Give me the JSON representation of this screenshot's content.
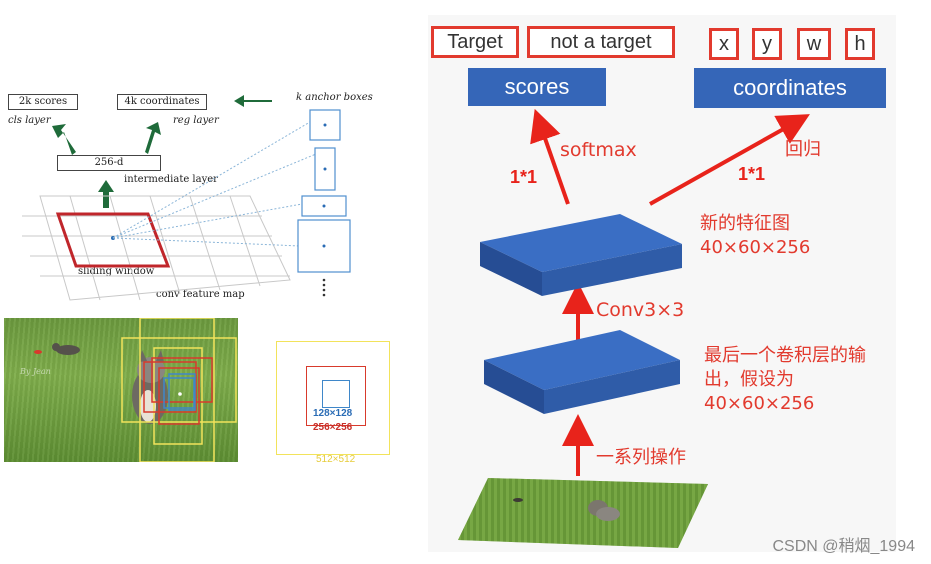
{
  "rpn_diagram": {
    "cls_scores_label": "2k scores",
    "reg_coords_label": "4k coordinates",
    "cls_layer_label": "cls layer",
    "reg_layer_label": "reg layer",
    "intermediate_box_label": "256-d",
    "intermediate_layer_label": "intermediate layer",
    "anchor_boxes_label": "k anchor boxes",
    "sliding_window_label": "sliding window",
    "feature_map_label": "conv feature map"
  },
  "anchor_scales": {
    "inner": "128×128",
    "middle": "256×256",
    "outer": "512×512"
  },
  "pipeline": {
    "output_labels_left": [
      "Target",
      "not a target"
    ],
    "output_labels_right": [
      "x",
      "y",
      "w",
      "h"
    ],
    "scores_label": "scores",
    "coordinates_label": "coordinates",
    "softmax_label": "softmax",
    "regression_label": "回归",
    "conv1x1_left": "1*1",
    "conv1x1_right": "1*1",
    "new_feature_map_label_1": "新的特征图",
    "new_feature_map_label_2": "40×60×256",
    "conv3_label": "Conv3×3",
    "last_conv_label_1": "最后一个卷积层的输",
    "last_conv_label_2": "出，假设为",
    "last_conv_label_3": "40×60×256",
    "ops_label": "一系列操作"
  },
  "watermark": "CSDN @稍烟_1994",
  "colors": {
    "accent_red": "#e23a2e",
    "block_blue": "#3566b8",
    "arrow_green": "#1f6b3a"
  }
}
